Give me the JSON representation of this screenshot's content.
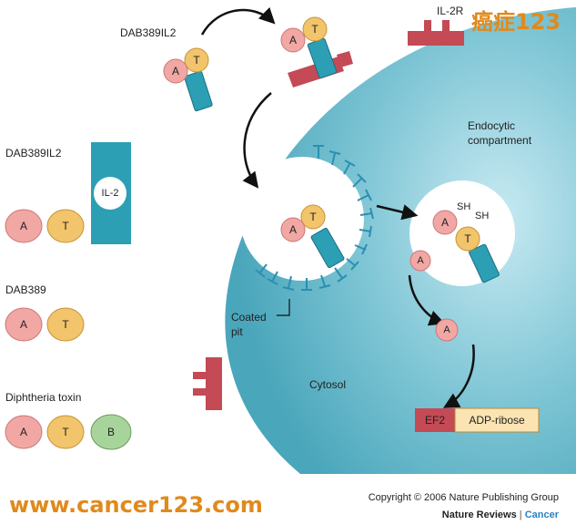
{
  "watermark": {
    "top_right": "癌症123",
    "bottom_left": "www.cancer123.com"
  },
  "labels": {
    "dab389il2_top": "DAB389IL2",
    "il2r": "IL-2R",
    "endocytic_line1": "Endocytic",
    "endocytic_line2": "compartment",
    "coated_pit_line1": "Coated",
    "coated_pit_line2": "pit",
    "cytosol": "Cytosol",
    "sh1": "SH",
    "sh2": "SH",
    "ef2": "EF2",
    "adp_ribose": "ADP-ribose"
  },
  "legend": {
    "dab389il2": {
      "title": "DAB389IL2",
      "il2": "IL-2",
      "a": "A",
      "t": "T"
    },
    "dab389": {
      "title": "DAB389",
      "a": "A",
      "t": "T"
    },
    "diphtheria": {
      "title": "Diphtheria toxin",
      "a": "A",
      "t": "T",
      "b": "B"
    }
  },
  "domain_letters": {
    "a": "A",
    "t": "T"
  },
  "copyright": {
    "line1": "Copyright © 2006 Nature Publishing Group",
    "line2_bold": "Nature Reviews",
    "line2_sep": " | ",
    "line2_journal": "Cancer"
  },
  "colors": {
    "cell": "#5db3c6",
    "receptor": "#c44a55",
    "domain_a": "#f1a7a4",
    "domain_t": "#f2c46b",
    "domain_b": "#a6d49a",
    "il2_box": "#2c9fb5",
    "watermark": "#e08a1c",
    "journal": "#2a82c5"
  }
}
